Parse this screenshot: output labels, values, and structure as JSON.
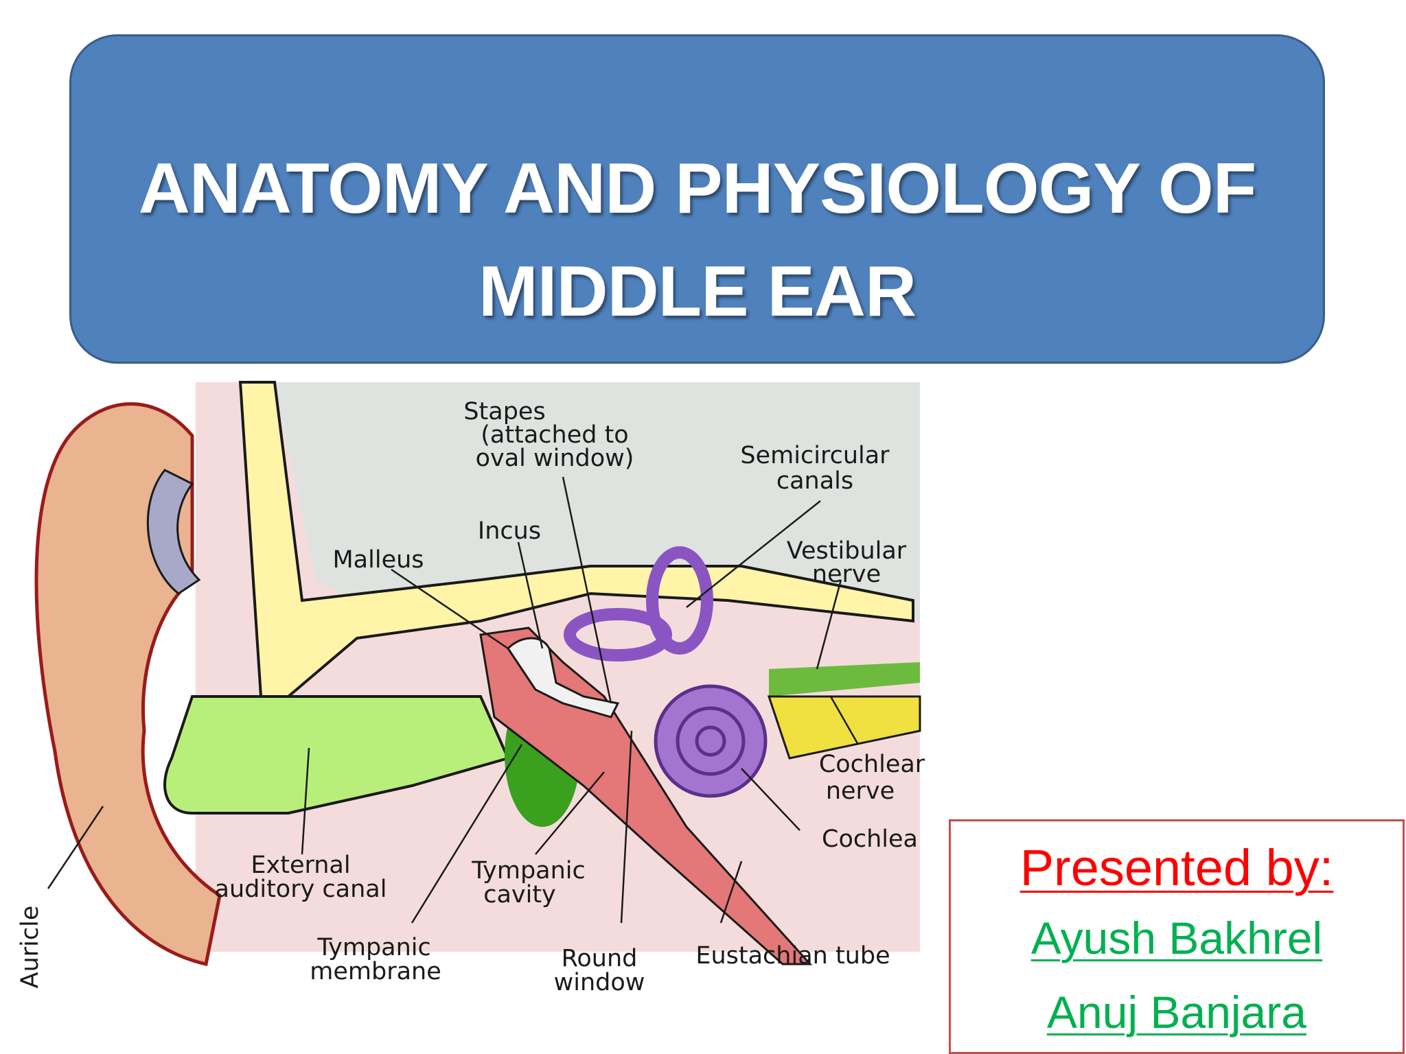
{
  "slide": {
    "title_line1": "ANATOMY AND PHYSIOLOGY OF",
    "title_line2": "MIDDLE EAR",
    "colors": {
      "title_box": "#4f81bd",
      "presenter_border": "#c0504d",
      "presented_by": "#ff0000",
      "names": "#00b050"
    }
  },
  "diagram": {
    "labels": {
      "stapes": [
        "Stapes",
        "(attached to",
        "oval window)"
      ],
      "semicircular": [
        "Semicircular",
        "canals"
      ],
      "incus": "Incus",
      "malleus": "Malleus",
      "vestibular": [
        "Vestibular",
        "nerve"
      ],
      "cochlear_nerve": [
        "Cochlear",
        "nerve"
      ],
      "cochlea": "Cochlea",
      "external_canal": [
        "External",
        "auditory canal"
      ],
      "tympanic_cavity": [
        "Tympanic",
        "cavity"
      ],
      "tympanic_membrane": [
        "Tympanic",
        "membrane"
      ],
      "round_window": [
        "Round",
        "window"
      ],
      "eustachian": "Eustachian tube",
      "auricle": "Auricle"
    }
  },
  "presenters": {
    "heading": "Presented by:",
    "names": [
      "Ayush Bakhrel",
      "Anuj Banjara"
    ]
  }
}
